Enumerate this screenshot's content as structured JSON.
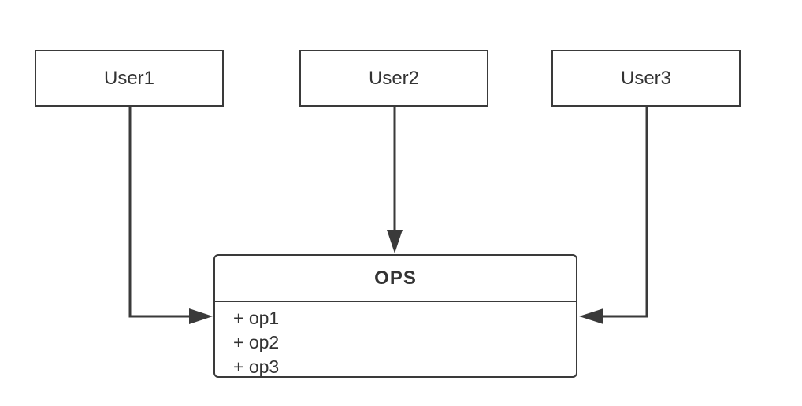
{
  "diagram": {
    "users": [
      {
        "id": "user1",
        "label": "User1"
      },
      {
        "id": "user2",
        "label": "User2"
      },
      {
        "id": "user3",
        "label": "User3"
      }
    ],
    "class_box": {
      "title": "OPS",
      "operations": [
        "+ op1",
        "+ op2",
        "+ op3"
      ]
    },
    "colors": {
      "stroke": "#3a3a3a",
      "text": "#333333",
      "background": "#ffffff"
    }
  }
}
